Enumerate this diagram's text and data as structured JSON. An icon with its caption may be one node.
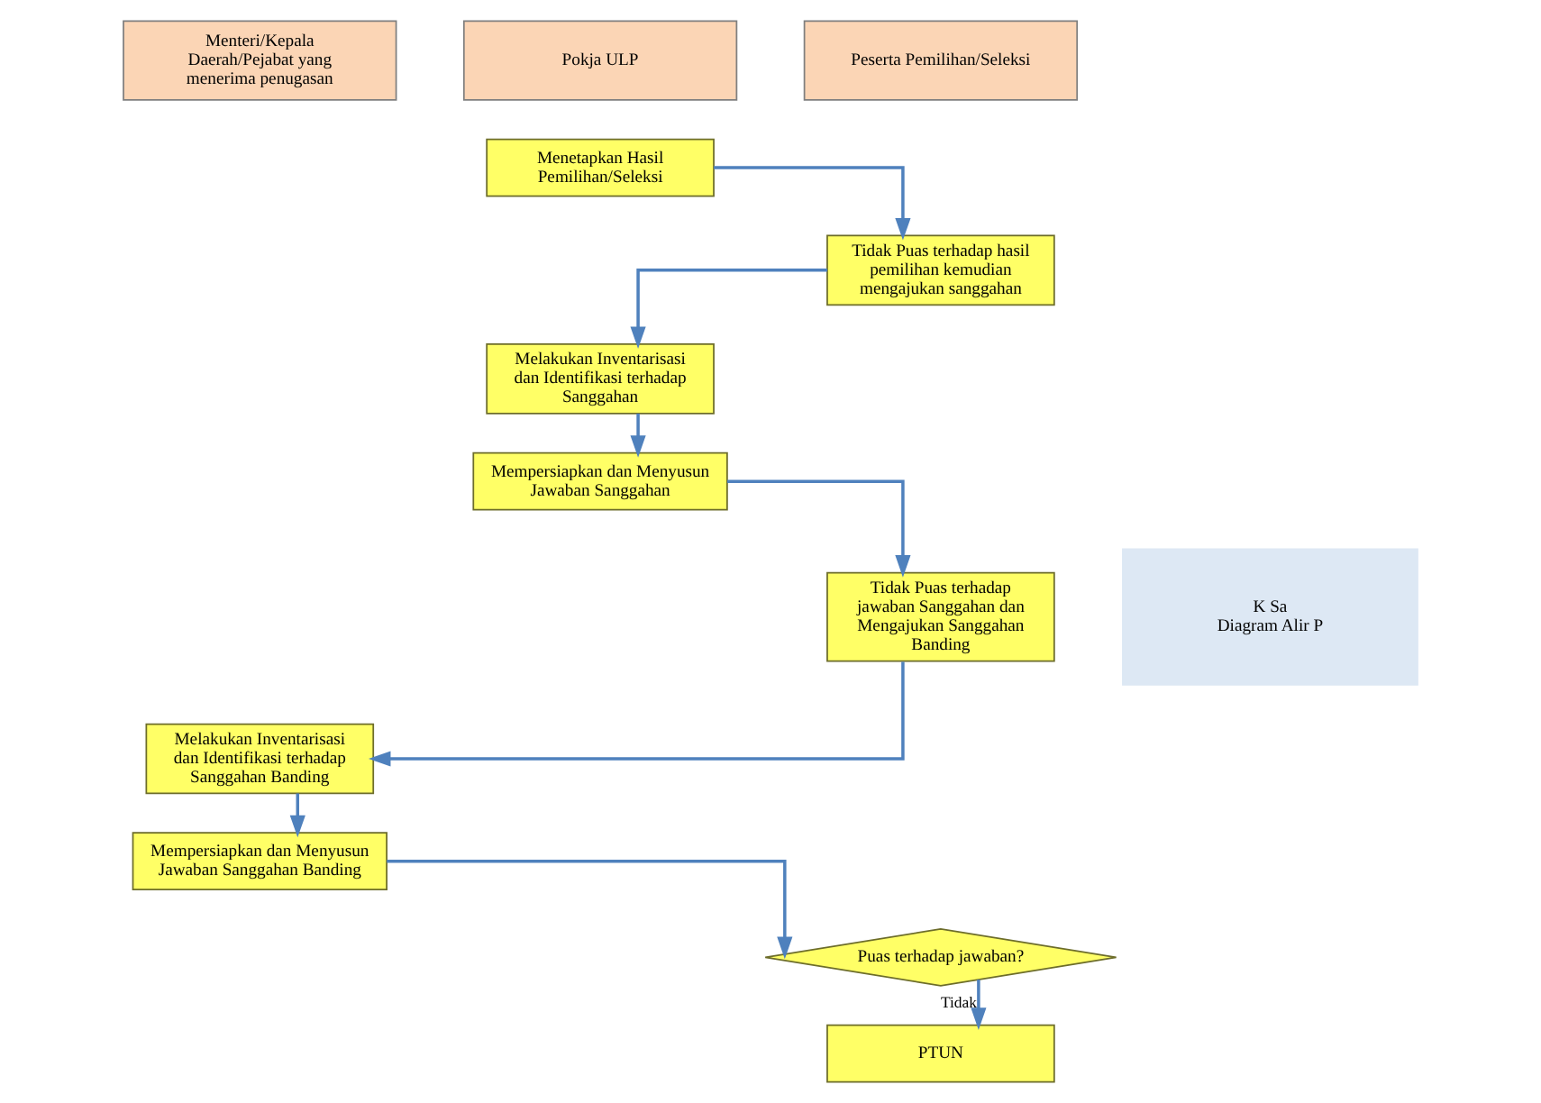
{
  "diagram": {
    "nodes": [
      {
        "text": [
          "Menteri/Kepala Daerah/Pejabat yang menerima penugasan"
        ]
      },
      {
        "text": [
          "Pokja ULP"
        ]
      },
      {
        "text": [
          "Peserta Pemilihan/Seleksi"
        ]
      },
      {
        "text": [
          "Menetapkan Hasil Pemilihan/Seleksi"
        ]
      },
      {
        "text": [
          "Tidak Puas terhadap hasil pemilihan kemudian mengajukan sanggahan"
        ]
      },
      {
        "text": [
          "Melakukan Inventarisasi dan Identifikasi terhadap Sanggahan"
        ]
      },
      {
        "text": [
          "Mempersiapkan dan Menyusun Jawaban Sanggahan"
        ]
      },
      {
        "text": [
          "Tidak Puas terhadap jawaban Sanggahan dan Mengajukan Sanggahan Banding"
        ]
      },
      {
        "text": [
          "Melakukan Inventarisasi dan Identifikasi terhadap Sanggahan Banding"
        ]
      },
      {
        "text": [
          "Mempersiapkan dan Menyusun Jawaban Sanggahan Banding"
        ]
      },
      {
        "text": [
          "Puas terhadap jawaban?"
        ]
      },
      {
        "text": [
          "PTUN"
        ]
      },
      {
        "text": [
          "K Sa",
          "Diagram Alir P"
        ]
      }
    ],
    "edges": [
      {
        "from": 3,
        "to": 4,
        "arrow": "to"
      },
      {
        "from": 4,
        "to": 5,
        "arrow": "to"
      },
      {
        "from": 5,
        "to": 6,
        "arrow": "to"
      },
      {
        "from": 6,
        "to": 7,
        "arrow": "to"
      },
      {
        "from": 7,
        "to": 8,
        "arrow": "to"
      },
      {
        "from": 8,
        "to": 9,
        "arrow": "to"
      },
      {
        "from": 9,
        "to": 10,
        "arrow": "to"
      },
      {
        "from": 10,
        "to": 11,
        "arrow": "to",
        "label": "Tidak"
      }
    ]
  }
}
